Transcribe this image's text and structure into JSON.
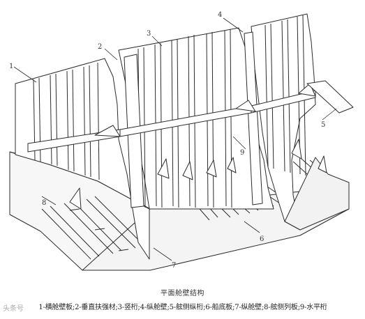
{
  "figure": {
    "title": "平面舱壁结构",
    "legend": "1-横舱壁板;2-垂直扶强材;3-竖桁;4-纵舱壁;5-舷侧纵桁;6-船底板;7-纵舱壁;8-舷侧列板;9-水平桁",
    "callouts": [
      "1",
      "2",
      "3",
      "4",
      "5",
      "6",
      "7",
      "8",
      "9"
    ],
    "watermark": "头条号"
  },
  "style": {
    "line_color": "#2b2b2b",
    "plate_fill": "#ffffff",
    "shade_fill": "#efefef"
  }
}
